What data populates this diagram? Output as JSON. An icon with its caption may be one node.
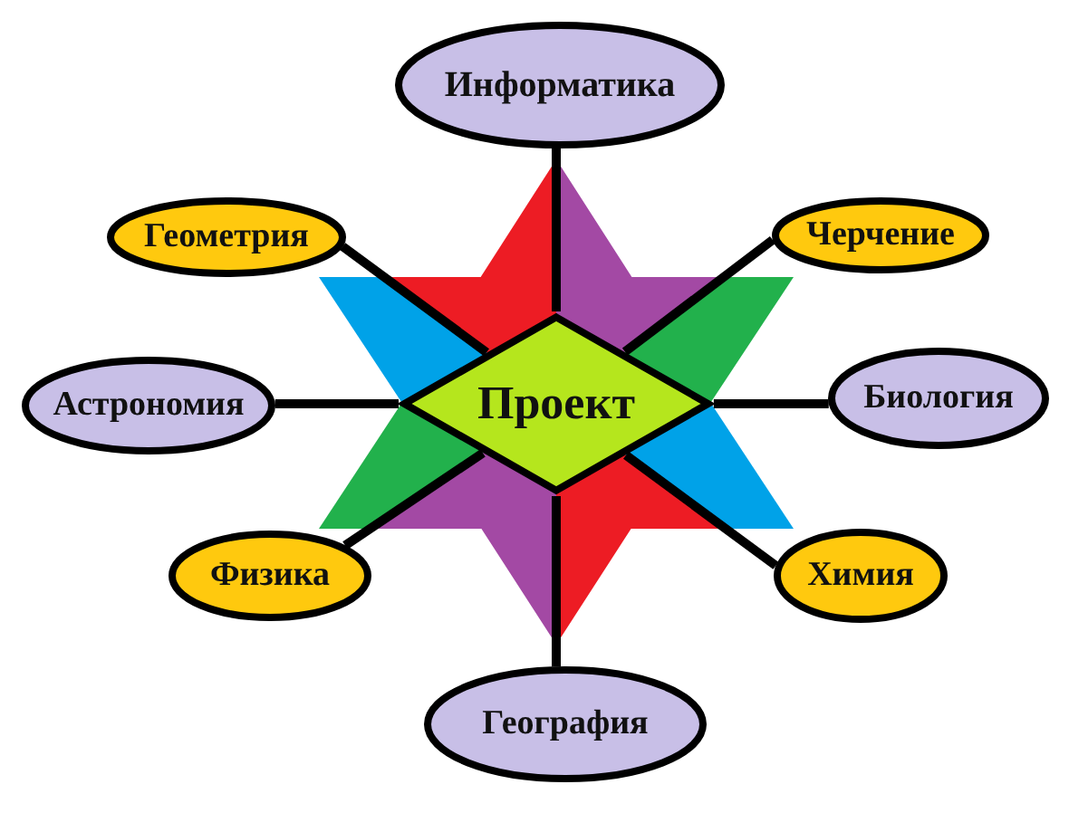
{
  "diagram": {
    "nodes": [
      {
        "text": [
          "Информатика"
        ]
      },
      {
        "text": [
          "Геометрия"
        ]
      },
      {
        "text": [
          "Черчение"
        ]
      },
      {
        "text": [
          "Астрономия"
        ]
      },
      {
        "text": [
          "Проект"
        ]
      },
      {
        "text": [
          "Биология"
        ]
      },
      {
        "text": [
          "Физика"
        ]
      },
      {
        "text": [
          "Химия"
        ]
      },
      {
        "text": [
          "География"
        ]
      }
    ],
    "edges": [
      {
        "from": 4,
        "to": 0,
        "arrow": "none"
      },
      {
        "from": 4,
        "to": 1,
        "arrow": "none"
      },
      {
        "from": 4,
        "to": 2,
        "arrow": "none"
      },
      {
        "from": 4,
        "to": 3,
        "arrow": "none"
      },
      {
        "from": 4,
        "to": 5,
        "arrow": "none"
      },
      {
        "from": 4,
        "to": 6,
        "arrow": "none"
      },
      {
        "from": 4,
        "to": 7,
        "arrow": "none"
      },
      {
        "from": 4,
        "to": 8,
        "arrow": "none"
      }
    ]
  }
}
